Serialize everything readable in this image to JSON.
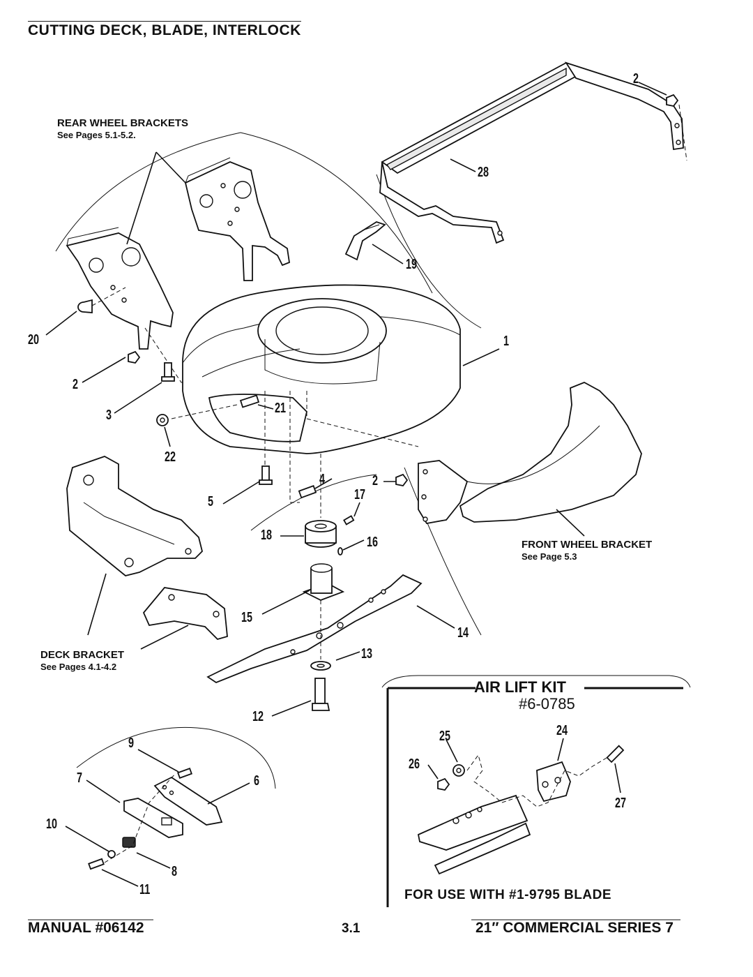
{
  "header": {
    "title": "CUTTING DECK, BLADE, INTERLOCK"
  },
  "notes": {
    "rear": {
      "title": "REAR WHEEL BRACKETS",
      "ref": "See Pages 5.1-5.2."
    },
    "front": {
      "title": "FRONT WHEEL BRACKET",
      "ref": "See Page 5.3"
    },
    "deck": {
      "title": "DECK BRACKET",
      "ref": "See Pages 4.1-4.2"
    }
  },
  "callouts": {
    "c1": "1",
    "c2a": "2",
    "c2b": "2",
    "c2c": "2",
    "c3": "3",
    "c4": "4",
    "c5": "5",
    "c6": "6",
    "c7": "7",
    "c8": "8",
    "c9": "9",
    "c10": "10",
    "c11": "11",
    "c12": "12",
    "c13": "13",
    "c14": "14",
    "c15": "15",
    "c16": "16",
    "c17": "17",
    "c18": "18",
    "c19": "19",
    "c20": "20",
    "c21": "21",
    "c22": "22",
    "c24": "24",
    "c25": "25",
    "c26": "26",
    "c27": "27",
    "c28": "28"
  },
  "kit": {
    "title": "AIR LIFT KIT",
    "number": "#6-0785",
    "footnote": "FOR USE WITH #1-9795 BLADE"
  },
  "footer": {
    "manual": "MANUAL #06142",
    "page": "3.1",
    "series": "21″ COMMERCIAL SERIES 7"
  }
}
